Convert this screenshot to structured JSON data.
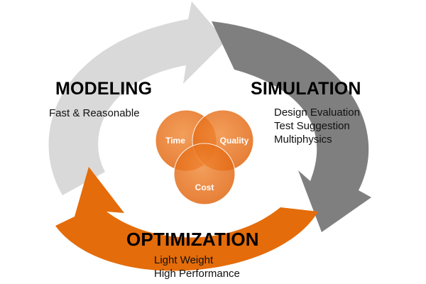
{
  "colors": {
    "modeling_arrow": "#d9d9d9",
    "simulation_arrow": "#7f7f7f",
    "optimization_arrow": "#e46c0a",
    "venn_fill": "#e46c0a",
    "venn_text": "#ffffff"
  },
  "stages": {
    "modeling": {
      "title": "MODELING",
      "items": [
        "Fast & Reasonable"
      ]
    },
    "simulation": {
      "title": "SIMULATION",
      "items": [
        "Design Evaluation",
        "Test Suggestion",
        "Multiphysics"
      ]
    },
    "optimization": {
      "title": "OPTIMIZATION",
      "items": [
        "Light Weight",
        "High Performance"
      ]
    }
  },
  "venn": {
    "circles": [
      {
        "label": "Time"
      },
      {
        "label": "Quality"
      },
      {
        "label": "Cost"
      }
    ]
  }
}
